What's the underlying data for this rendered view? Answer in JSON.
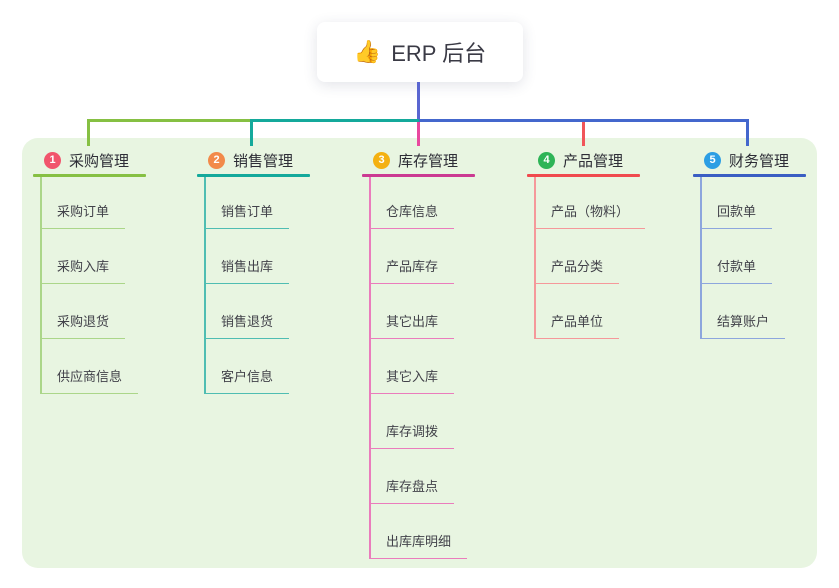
{
  "root": {
    "title": "ERP 后台",
    "icon": "👍",
    "connector_color": "#5a66d1"
  },
  "canvas": {
    "background": "#ffffff",
    "panel_background": "#e8f5e1"
  },
  "branches": [
    {
      "badge": "1",
      "label": "采购管理",
      "badge_color": "#f1556c",
      "line_color": "#86c043",
      "connector_color": "#86c043",
      "child_line_color": "#abd689",
      "children": [
        "采购订单",
        "采购入库",
        "采购退货",
        "供应商信息"
      ]
    },
    {
      "badge": "2",
      "label": "销售管理",
      "badge_color": "#f28a4a",
      "line_color": "#14a99b",
      "connector_color": "#14a99b",
      "child_line_color": "#4fbdb2",
      "children": [
        "销售订单",
        "销售出库",
        "销售退货",
        "客户信息"
      ]
    },
    {
      "badge": "3",
      "label": "库存管理",
      "badge_color": "#f4b111",
      "line_color": "#cb3a92",
      "connector_color": "#e9489f",
      "child_line_color": "#ea7cbc",
      "children": [
        "仓库信息",
        "产品库存",
        "其它出库",
        "其它入库",
        "库存调拨",
        "库存盘点",
        "出库库明细"
      ]
    },
    {
      "badge": "4",
      "label": "产品管理",
      "badge_color": "#2eb457",
      "line_color": "#f04a4e",
      "connector_color": "#f15559",
      "child_line_color": "#f5989a",
      "children": [
        "产品（物料）",
        "产品分类",
        "产品单位"
      ]
    },
    {
      "badge": "5",
      "label": "财务管理",
      "badge_color": "#2c9ee4",
      "line_color": "#3a5ec3",
      "connector_color": "#4467cd",
      "child_line_color": "#8da6dd",
      "children": [
        "回款单",
        "付款单",
        "结算账户"
      ]
    }
  ]
}
